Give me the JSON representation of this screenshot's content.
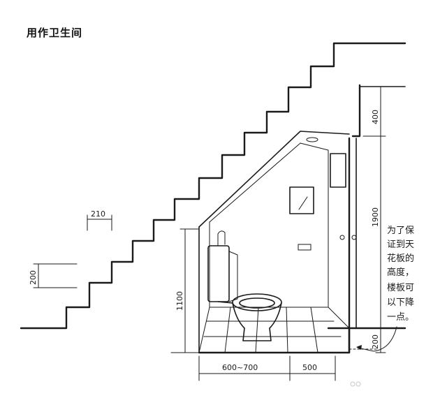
{
  "title": "用作卫生间",
  "dimensions": {
    "tread": "210",
    "riser": "200",
    "top_offset": "400",
    "room_height": "1900",
    "tank_height": "1100",
    "floor_drop": "200",
    "width_front": "600~700",
    "width_back": "500"
  },
  "note_lines": [
    "为了保",
    "证到天",
    "花板的",
    "高度，",
    "楼板可",
    "以下降",
    "一点。"
  ],
  "ink_color": "#1a1a1a"
}
